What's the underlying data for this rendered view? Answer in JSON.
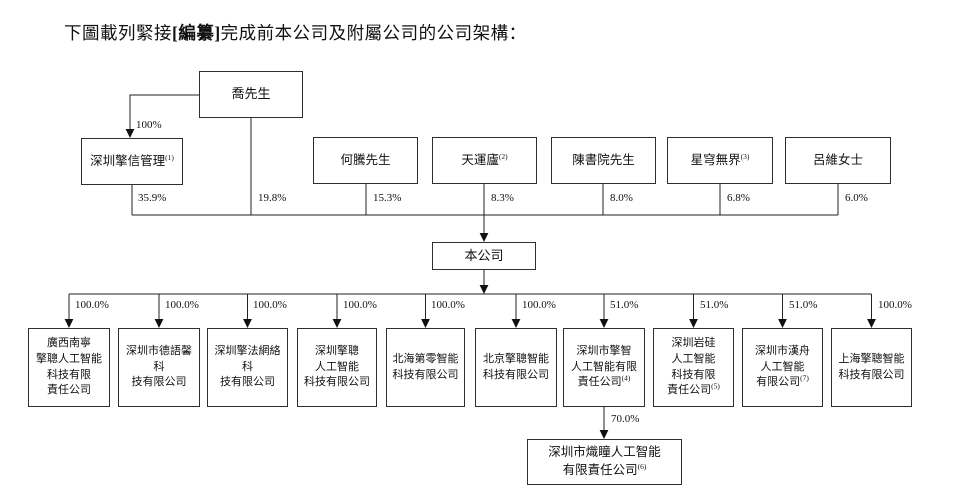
{
  "title": {
    "pre": "下圖載列緊接",
    "bold": "[編纂]",
    "post": "完成前本公司及附屬公司的公司架構："
  },
  "nodes": {
    "qiao": {
      "label": "喬先生"
    },
    "qingxin": {
      "label": "深圳擎信管理",
      "sup": "(1)"
    },
    "heteng": {
      "label": "何騰先生"
    },
    "tianyunlu": {
      "label": "天運廬",
      "sup": "(2)"
    },
    "chenshuyuan": {
      "label": "陳書院先生"
    },
    "xingqiong": {
      "label": "星穹無界",
      "sup": "(3)"
    },
    "lvwei": {
      "label": "呂維女士"
    },
    "company": {
      "label": "本公司"
    },
    "sub1": {
      "label": [
        "廣西南寧",
        "擎聰人工智能",
        "科技有限",
        "責任公司"
      ]
    },
    "sub2": {
      "label": [
        "深圳市德語馨科",
        "技有限公司"
      ]
    },
    "sub3": {
      "label": [
        "深圳擎法網絡科",
        "技有限公司"
      ]
    },
    "sub4": {
      "label": [
        "深圳擎聰",
        "人工智能",
        "科技有限公司"
      ]
    },
    "sub5": {
      "label": [
        "北海第零智能",
        "科技有限公司"
      ]
    },
    "sub6": {
      "label": [
        "北京擎聰智能",
        "科技有限公司"
      ]
    },
    "sub7": {
      "label": [
        "深圳市擎智",
        "人工智能有限",
        "責任公司"
      ],
      "sup": "(4)"
    },
    "sub8": {
      "label": [
        "深圳岩硅",
        "人工智能",
        "科技有限",
        "責任公司"
      ],
      "sup": "(5)"
    },
    "sub9": {
      "label": [
        "深圳市漢舟",
        "人工智能",
        "有限公司"
      ],
      "sup": "(7)"
    },
    "sub10": {
      "label": [
        "上海擎聰智能",
        "科技有限公司"
      ]
    },
    "chitong": {
      "label": [
        "深圳市熾瞳人工智能",
        "有限責任公司"
      ],
      "sup": "(6)"
    }
  },
  "ownership": {
    "qiao_to_qingxin": "100%",
    "qingxin_to_company": "35.9%",
    "qiao_to_company": "19.8%",
    "heteng_to_company": "15.3%",
    "tianyunlu_to_company": "8.3%",
    "chenshuyuan_to_company": "8.0%",
    "xingqiong_to_company": "6.8%",
    "lvwei_to_company": "6.0%",
    "company_to_sub1": "100.0%",
    "company_to_sub2": "100.0%",
    "company_to_sub3": "100.0%",
    "company_to_sub4": "100.0%",
    "company_to_sub5": "100.0%",
    "company_to_sub6": "100.0%",
    "company_to_sub7": "51.0%",
    "company_to_sub8": "51.0%",
    "company_to_sub9": "51.0%",
    "company_to_sub10": "100.0%",
    "sub7_to_chitong": "70.0%"
  }
}
